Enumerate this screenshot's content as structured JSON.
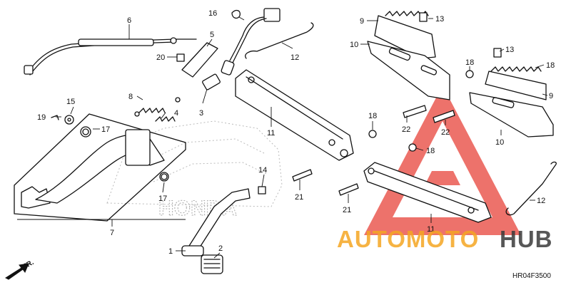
{
  "diagram": {
    "code": "HR04F3500",
    "direction_label": "FR.",
    "part_numbers": [
      "1",
      "2",
      "3",
      "4",
      "5",
      "6",
      "7",
      "8",
      "9",
      "10",
      "11",
      "12",
      "13",
      "14",
      "15",
      "16",
      "17",
      "18",
      "19",
      "20",
      "21",
      "22"
    ]
  },
  "watermark": {
    "brand_part1": "AUTOMOTO",
    "brand_part2": "HUB",
    "accent_color": "#F5A623",
    "dark_color": "#3A3A3A",
    "triangle_color": "#E8433A"
  },
  "background_logo": {
    "text": "HONDA"
  }
}
